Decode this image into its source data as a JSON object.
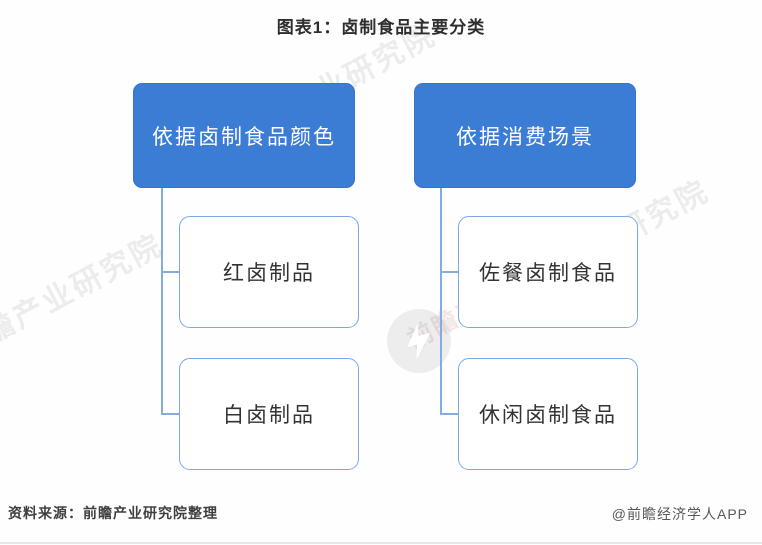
{
  "title": "图表1：卤制食品主要分类",
  "diagram": {
    "columns": [
      {
        "header": "依据卤制食品颜色",
        "children": [
          "红卤制品",
          "白卤制品"
        ]
      },
      {
        "header": "依据消费场景",
        "children": [
          "佐餐卤制食品",
          "休闲卤制食品"
        ]
      }
    ]
  },
  "footer": {
    "source": "资料来源：前瞻产业研究院整理",
    "credit": "@前瞻经济学人APP"
  },
  "watermark": {
    "text": "前瞻产业研究院",
    "logo": "qianzhan-logo"
  },
  "colors": {
    "parent_bg": "#3b7cd5",
    "child_border": "#7da8e6",
    "connector": "#85abe2",
    "title_text": "#2e2e2e",
    "child_text": "#333333",
    "source_text": "#3f3f3f",
    "credit_text": "#595959"
  }
}
